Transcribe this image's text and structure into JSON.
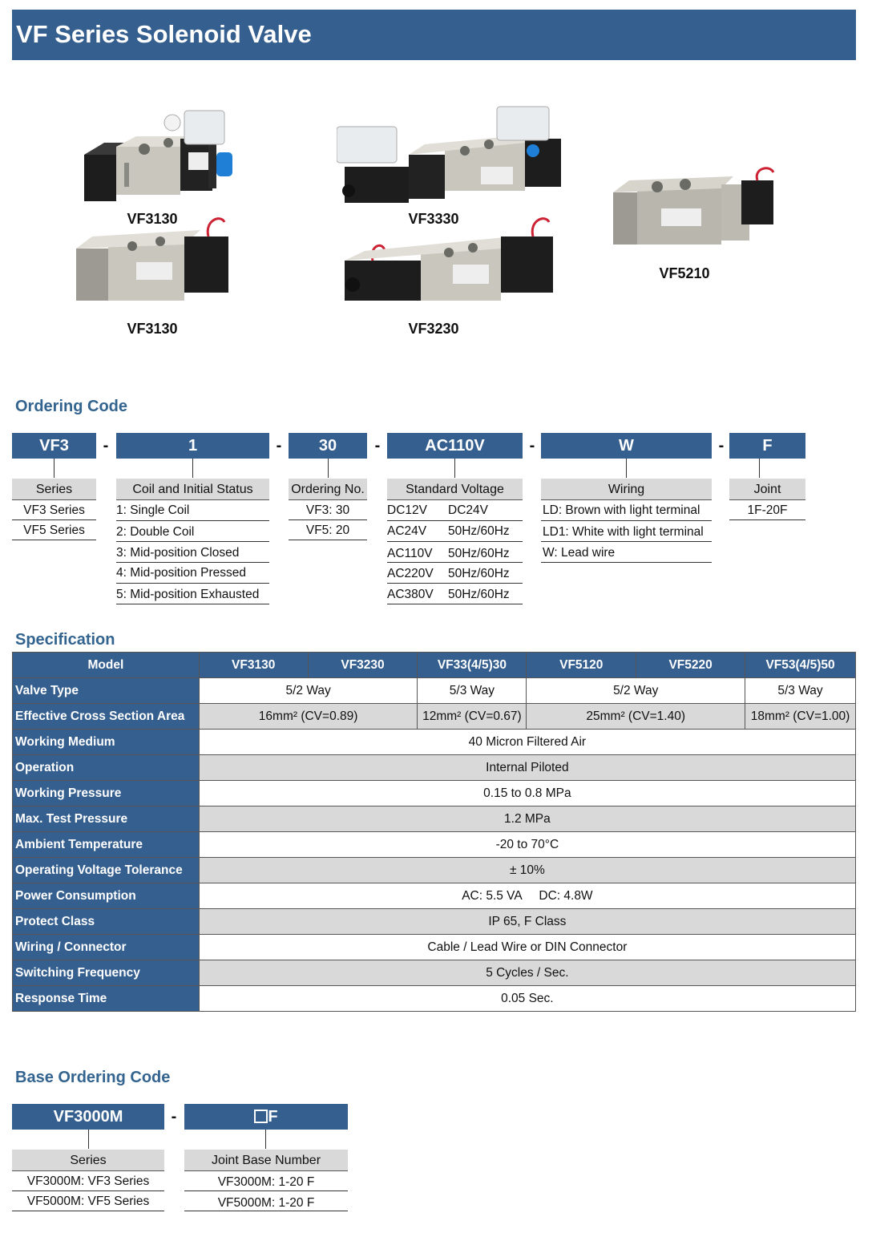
{
  "title": "VF Series Solenoid Valve",
  "products": [
    "VF3130",
    "VF3330",
    "VF5210",
    "VF3130",
    "VF3230"
  ],
  "ordering": {
    "title": "Ordering Code",
    "codes": [
      "VF3",
      "1",
      "30",
      "AC110V",
      "W",
      "F"
    ],
    "dash": "-",
    "series": {
      "head": "Series",
      "rows": [
        "VF3 Series",
        "VF5 Series"
      ]
    },
    "coil": {
      "head": "Coil and Initial Status",
      "rows": [
        "1: Single Coil",
        "2: Double Coil",
        "3: Mid-position Closed",
        "4: Mid-position Pressed",
        "5: Mid-position Exhausted"
      ]
    },
    "order_no": {
      "head": "Ordering No.",
      "rows": [
        "VF3: 30",
        "VF5: 20"
      ]
    },
    "voltage": {
      "head": "Standard Voltage",
      "rows": [
        [
          "DC12V",
          "DC24V"
        ],
        [
          "AC24V",
          "50Hz/60Hz"
        ],
        [
          "AC110V",
          "50Hz/60Hz"
        ],
        [
          "AC220V",
          "50Hz/60Hz"
        ],
        [
          "AC380V",
          "50Hz/60Hz"
        ]
      ]
    },
    "wiring": {
      "head": "Wiring",
      "rows": [
        "LD: Brown with light terminal",
        "LD1: White with light terminal",
        "W: Lead wire"
      ]
    },
    "joint": {
      "head": "Joint",
      "rows": [
        "1F-20F"
      ]
    }
  },
  "spec": {
    "title": "Specification",
    "header": [
      "Model",
      "VF3130",
      "VF3230",
      "VF33(4/5)30",
      "VF5120",
      "VF5220",
      "VF53(4/5)50"
    ],
    "valve_type": {
      "label": "Valve Type",
      "values": [
        "5/2 Way",
        "5/3 Way",
        "5/2 Way",
        "5/3 Way"
      ]
    },
    "cross": {
      "label": "Effective Cross Section Area",
      "values": [
        "16mm² (CV=0.89)",
        "12mm² (CV=0.67)",
        "25mm² (CV=1.40)",
        "18mm² (CV=1.00)"
      ]
    },
    "rows": [
      {
        "label": "Working Medium",
        "value": "40 Micron Filtered Air"
      },
      {
        "label": "Operation",
        "value": "Internal Piloted"
      },
      {
        "label": "Working Pressure",
        "value": "0.15 to 0.8 MPa"
      },
      {
        "label": "Max. Test Pressure",
        "value": "1.2 MPa"
      },
      {
        "label": "Ambient Temperature",
        "value": "-20 to 70°C"
      },
      {
        "label": "Operating Voltage Tolerance",
        "value": "± 10%"
      },
      {
        "label": "Power Consumption",
        "value": "AC: 5.5 VA     DC: 4.8W"
      },
      {
        "label": "Protect Class",
        "value": "IP 65, F Class"
      },
      {
        "label": "Wiring / Connector",
        "value": "Cable / Lead Wire or DIN Connector"
      },
      {
        "label": "Switching Frequency",
        "value": "5 Cycles / Sec."
      },
      {
        "label": "Response Time",
        "value": "0.05 Sec."
      }
    ]
  },
  "base": {
    "title": "Base Ordering Code",
    "codes": [
      "VF3000M",
      "F"
    ],
    "series": {
      "head": "Series",
      "rows": [
        "VF3000M: VF3 Series",
        "VF5000M: VF5 Series"
      ]
    },
    "joint": {
      "head": "Joint Base Number",
      "rows": [
        "VF3000M: 1-20 F",
        "VF5000M: 1-20 F"
      ]
    }
  },
  "colors": {
    "banner": "#355f8f",
    "section_title": "#33648f",
    "shade": "#d9d9d9"
  }
}
